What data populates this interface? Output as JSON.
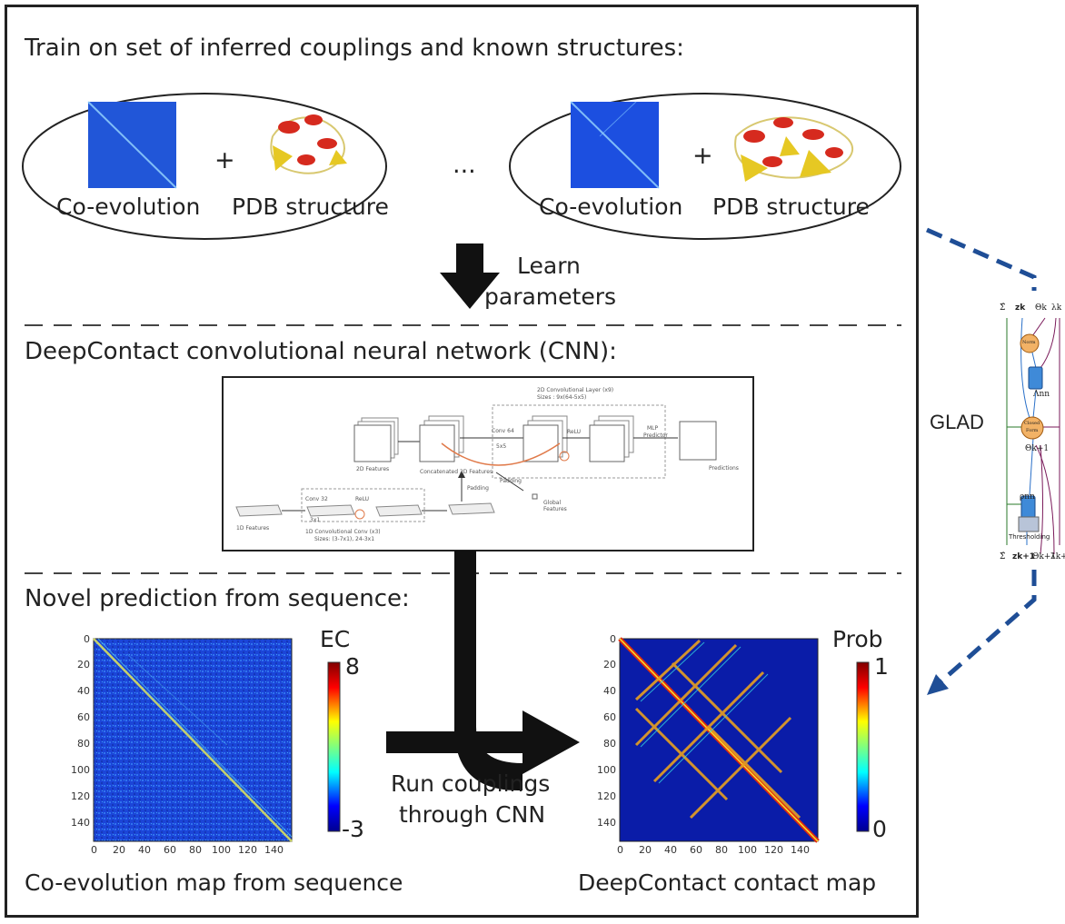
{
  "train": {
    "heading": "Train on set of inferred couplings and known structures:",
    "left": {
      "coev_label": "Co-evolution",
      "plus": "+",
      "pdb_label": "PDB structure"
    },
    "ellipsis": "...",
    "right": {
      "coev_label": "Co-evolution",
      "plus": "+",
      "pdb_label": "PDB structure"
    },
    "learn_line1": "Learn",
    "learn_line2": "parameters"
  },
  "cnn": {
    "heading": "DeepContact convolutional neural network (CNN):",
    "labels": {
      "conv2d_title": "2D Convolutional Layer (x9)",
      "conv2d_sizes": "Sizes   : 9x(64-5x5)",
      "features2d": "2D Features",
      "conv64": "Conv 64",
      "k5x5": "5x5",
      "relu": "ReLU",
      "mlp": "MLP",
      "predictor": "Predictor",
      "predictions": "Predictions",
      "concat2d": "Concatenated 2D Features",
      "padding_top": "Padding",
      "padding_right": "Padding",
      "global": "Global",
      "features": "Features",
      "features1d": "1D Features",
      "conv1d_a": "Conv 32",
      "k3x1": "3x1",
      "relu1d": "ReLU",
      "conv1d_title": "1D Convolutional Conv (x3)",
      "conv1d_sizes": "Sizes:   (3-7x1), 24-3x1"
    }
  },
  "predict": {
    "heading": "Novel prediction from sequence:",
    "ec_title": "EC",
    "ec_max": "8",
    "ec_min": "-3",
    "prob_title": "Prob",
    "prob_max": "1",
    "prob_min": "0",
    "run_line1": "Run couplings",
    "run_line2": "through CNN",
    "left_caption": "Co-evolution map from sequence",
    "right_caption": "DeepContact contact map",
    "ticks": [
      "0",
      "20",
      "40",
      "60",
      "80",
      "100",
      "120",
      "140"
    ]
  },
  "glad": {
    "label": "GLAD",
    "top": [
      "Σ̂",
      "zk",
      "Θk",
      "λk"
    ],
    "norm": "Norm",
    "lambda_nn": "Λnn",
    "closed1": "Closed",
    "closed2": "Form",
    "theta_next": "Θk+1",
    "rho": "ρnn",
    "thresholding": "Thresholding",
    "bottom": [
      "Σ̂",
      "zk+1",
      "Θk+1",
      "λk+"
    ]
  },
  "colors": {
    "blue_map": "#1a3fd6",
    "arrow": "#111111",
    "dash_blue": "#1f4e96",
    "helix": "#d62a1e",
    "sheet": "#e6c823"
  }
}
